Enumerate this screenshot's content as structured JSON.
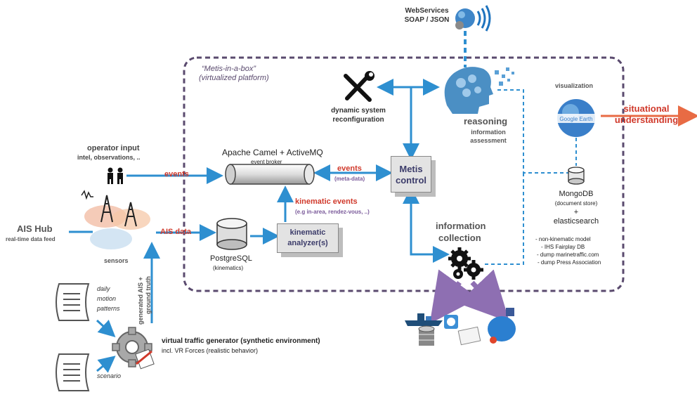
{
  "platform": {
    "title": "“Metis-in-a-box”",
    "subtitle": "(virtualized platform)"
  },
  "webservices": {
    "line1": "WebServices",
    "line2": "SOAP / JSON"
  },
  "dynamic_reconfig": {
    "line1": "dynamic system",
    "line2": "reconfiguration"
  },
  "reasoning": {
    "title": "reasoning",
    "line1": "information",
    "line2": "assessment"
  },
  "visualization": {
    "label": "visualization"
  },
  "situational": {
    "line1": "situational",
    "line2": "understanding"
  },
  "operator": {
    "title": "operator input",
    "sub": "intel, observations, .."
  },
  "events_left": "events",
  "camel": {
    "title": "Apache Camel + ActiveMQ",
    "broker": "event broker"
  },
  "events_right": {
    "label": "events",
    "sub": "(meta-data)"
  },
  "metis": {
    "line1": "Metis",
    "line2": "control"
  },
  "kinematic_events": {
    "label": "kinematic events",
    "sub": "(e.g in-area, rendez-vous, ..)"
  },
  "ais_hub": {
    "title": "AIS Hub",
    "sub": "real-time data feed"
  },
  "ais_data": "AIS data",
  "sensors": "sensors",
  "postgres": {
    "name": "PostgreSQL",
    "sub": "(kinematics)"
  },
  "analyzer": {
    "line1": "kinematic",
    "line2": "analyzer(s)"
  },
  "info_collection": {
    "line1": "information",
    "line2": "collection"
  },
  "mongodb": {
    "name": "MongoDB",
    "sub": "(document store)",
    "plus": "+",
    "es": "elasticsearch"
  },
  "sources": [
    "- non-kinematic model",
    "- IHS Fairplay DB",
    "- dump marinetraffic.com",
    "- dump Press Association"
  ],
  "generated_ais": {
    "line1": "generated AIS +",
    "line2": "ground truth"
  },
  "daily": {
    "line1": "daily",
    "line2": "motion",
    "line3": "patterns"
  },
  "scenario": "scenario",
  "vtg": {
    "title": "virtual traffic generator (synthetic environment)",
    "sub": "incl. VR Forces (realistic behavior)"
  },
  "google_earth": "Google Earth",
  "colors": {
    "arrow": "#2e8fd0",
    "platform_border": "#5a4a6e",
    "red_text": "#d0392b",
    "purple_arrow": "#8e6fb2"
  }
}
